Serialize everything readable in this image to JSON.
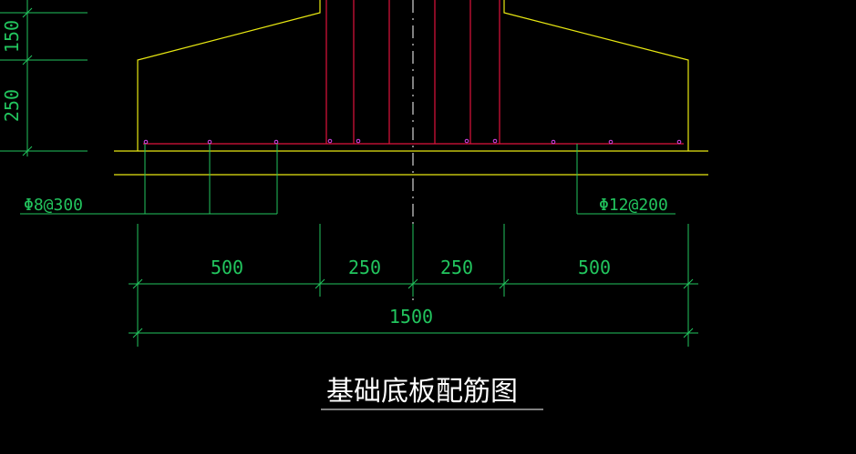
{
  "colors": {
    "background": "#000000",
    "outline": "#e8e812",
    "column_rebar": "#e0133c",
    "dimension": "#22c55e",
    "rebar_dot": "#d946ef",
    "centerline": "#ffffff",
    "title": "#ffffff"
  },
  "dimensions": {
    "left_vertical": [
      "150",
      "250"
    ],
    "bottom_segments": [
      "500",
      "250",
      "250",
      "500"
    ],
    "bottom_total": "1500"
  },
  "labels": {
    "left_rebar": "Φ8@300",
    "right_rebar": "Φ12@200"
  },
  "title": "基础底板配筋图"
}
